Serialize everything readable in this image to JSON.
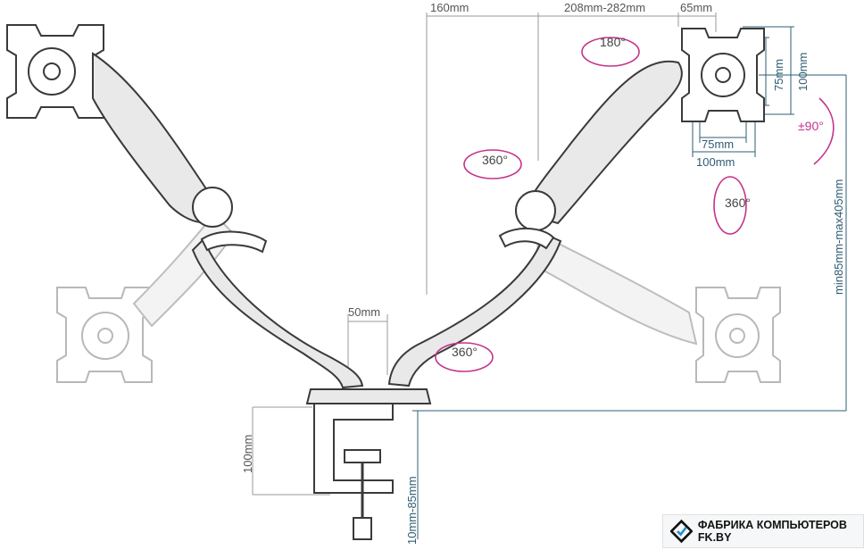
{
  "dimensions": {
    "d160": "160mm",
    "d208_282": "208mm-282mm",
    "d65": "65mm",
    "d75_h": "75mm",
    "d100_h": "100mm",
    "d75_v": "75mm",
    "d100_v": "100mm",
    "height_range": "min85mm-max405mm",
    "d50": "50mm",
    "clamp_height": "100mm",
    "desk_thickness": "10mm-85mm"
  },
  "rotations": {
    "r180": "180°",
    "r360_upper": "360°",
    "r360_right": "360°",
    "r360_lower": "360°",
    "tilt": "±90°"
  },
  "brand": {
    "label": "ФАБРИКА КОМПЬЮТЕРОВ FK.BY"
  },
  "colors": {
    "accent": "#c4318b",
    "teal": "#2f5d73",
    "grey": "#9a9a9a"
  }
}
